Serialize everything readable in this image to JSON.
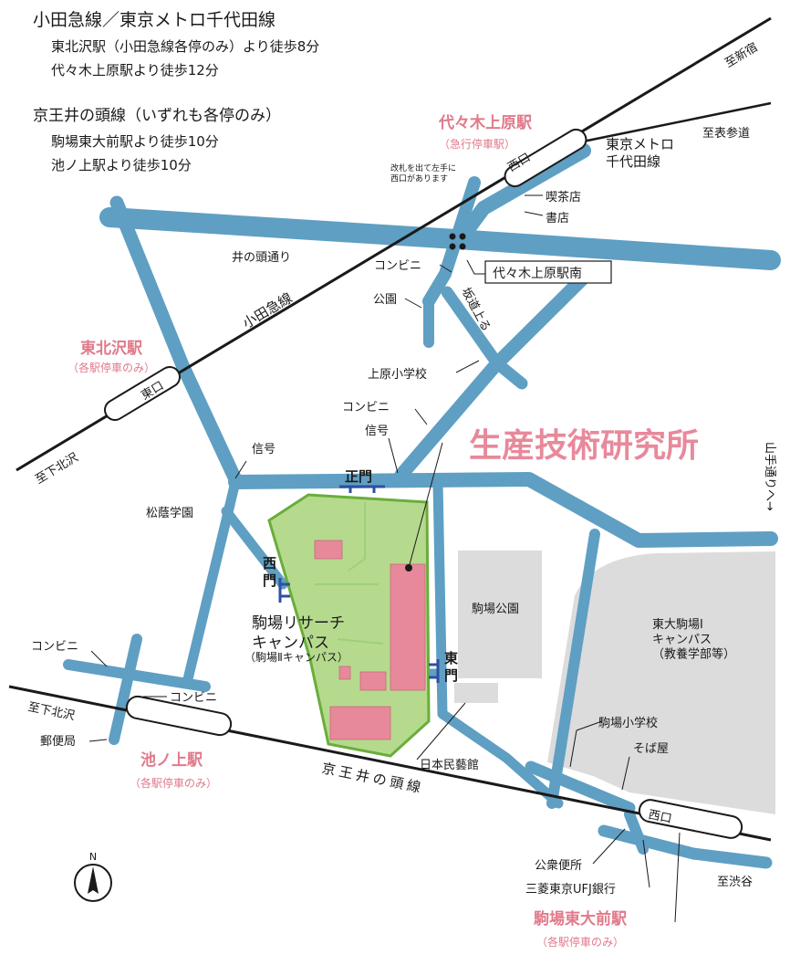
{
  "access": {
    "odakyu_title": "小田急線／東京メトロ千代田線",
    "odakyu_line1": "東北沢駅（小田急線各停のみ）より徒歩8分",
    "odakyu_line2": "代々木上原駅より徒歩12分",
    "keio_title": "京王井の頭線（いずれも各停のみ）",
    "keio_line1": "駒場東大前駅より徒歩10分",
    "keio_line2": "池ノ上駅より徒歩10分"
  },
  "stations": {
    "yoyogi_name": "代々木上原駅",
    "yoyogi_sub": "（急行停車駅）",
    "higashi_name": "東北沢駅",
    "higashi_sub": "（各駅停車のみ）",
    "ikenoue_name": "池ノ上駅",
    "ikenoue_sub": "（各駅停車のみ）",
    "komaba_name": "駒場東大前駅",
    "komaba_sub": "（各駅停車のみ）"
  },
  "exits": {
    "yoyogi": "西口",
    "higashi": "東口",
    "komaba": "西口"
  },
  "lines": {
    "odakyu": "小田急線",
    "keio": "京王井の頭線",
    "chiyoda": "東京メトロ\n千代田線"
  },
  "roads": {
    "inokashira_dori": "井の頭通り",
    "sakamichi": "坂道上る",
    "yamate_dori": "山手通りへ→"
  },
  "directions": {
    "shinjuku": "至新宿",
    "omotesando": "至表参道",
    "shimokitazawa_top": "至下北沢",
    "shimokitazawa_bottom": "至下北沢",
    "shibuya": "至渋谷"
  },
  "notes": {
    "ticket_gate": "改札を出て左手に\n西口があります"
  },
  "landmarks": {
    "kissaten": "喫茶店",
    "shoten": "書店",
    "conv1": "コンビニ",
    "bus_stop": "代々木上原駅南",
    "koen": "公園",
    "uehara_school": "上原小学校",
    "conv2": "コンビニ",
    "signal1": "信号",
    "signal2": "信号",
    "shoingakuen": "松蔭学園",
    "conv3": "コンビニ",
    "conv4": "コンビニ",
    "post": "郵便局",
    "mingeikan": "日本民藝館",
    "komaba_park": "駒場公園",
    "todai": "東大駒場Ⅰ\nキャンパス\n（教養学部等）",
    "komaba_school": "駒場小学校",
    "sobaya": "そば屋",
    "toilet": "公衆便所",
    "bank": "三菱東京UFJ銀行"
  },
  "campus": {
    "name": "駒場リサーチ\nキャンパス",
    "sub": "（駒場Ⅱキャンパス）",
    "main_gate": "正門",
    "west_gate": "西\n門",
    "east_gate": "東\n門",
    "institute": "生産技術研究所"
  },
  "compass": {
    "north": "N"
  },
  "colors": {
    "road": "#5f9fc3",
    "campus_fill": "#b5da8d",
    "campus_stroke": "#6aad3c",
    "building": "#e8899b",
    "station_pink": "#e07a8a",
    "institute_pink": "#e8899b",
    "gray_area": "#dcdcdc",
    "gate_blue": "#2e4fa3",
    "rail": "#1a1a1a"
  }
}
